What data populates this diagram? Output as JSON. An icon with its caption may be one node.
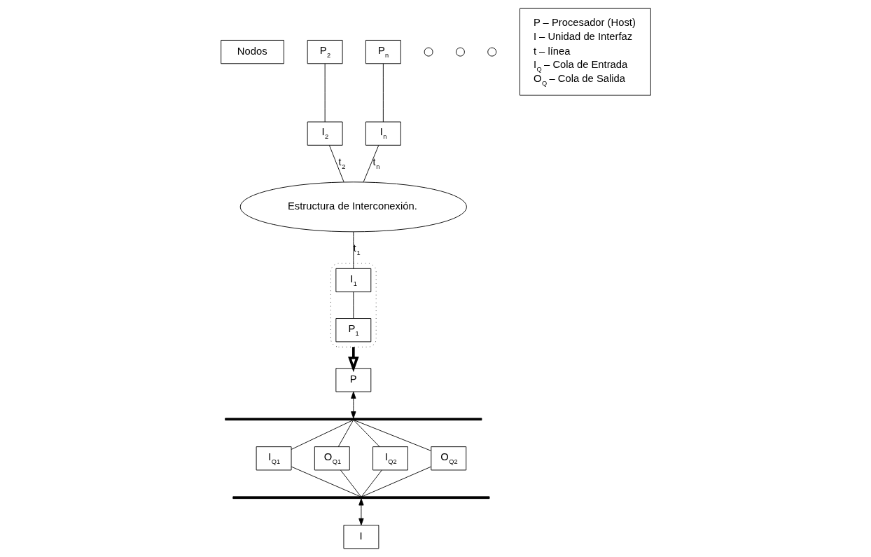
{
  "diagram": {
    "nodes": [
      {
        "text": [
          "Nodos"
        ]
      },
      {
        "text": [
          "P$_{2}$"
        ]
      },
      {
        "text": [],
        "shape": "circle"
      },
      {
        "text": [],
        "shape": "circle"
      },
      {
        "text": [],
        "shape": "circle"
      },
      {
        "text": [
          "I$_{2}$"
        ]
      },
      {
        "text": [],
        "shape": "ellipse"
      },
      {
        "text": [
          "P$_{1}$"
        ],
        "in": 6
      },
      {
        "text": [
          "I$_{1}$"
        ],
        "in": 6
      },
      {
        "text": [
          "P$_{n}$"
        ]
      },
      {
        "text": [
          "I$_{n}$"
        ]
      },
      {
        "text": [
          "Estructura de Interconexión."
        ]
      },
      {
        "text": [
          "P – Procesador (Host)",
          "I – Unidad de Interfaz",
          "t – línea",
          "I$_{Q}$ – Cola de Entrada",
          "O$_{Q}$ – Cola de Salida"
        ]
      },
      {
        "text": [
          "P"
        ]
      },
      {
        "text": [],
        "shape": "bar"
      },
      {
        "text": [
          "I$_{Q1}$"
        ]
      },
      {
        "text": [
          "O$_{Q1}$"
        ]
      },
      {
        "text": [
          "I$_{Q2}$"
        ]
      },
      {
        "text": [
          "O$_{Q2}$"
        ]
      },
      {
        "text": [],
        "shape": "bar"
      },
      {
        "text": [
          "I"
        ]
      }
    ],
    "edges": [
      {
        "from": 1,
        "to": 5,
        "arrow": "none"
      },
      {
        "from": 8,
        "to": 7,
        "arrow": "none"
      },
      {
        "from": 9,
        "to": 10,
        "arrow": "none"
      },
      {
        "from": 10,
        "to": 11,
        "arrow": "none",
        "label": "t$_{n}$"
      },
      {
        "from": 5,
        "to": 11,
        "arrow": "none",
        "label": "t$_{2}$"
      },
      {
        "from": 11,
        "to": 8,
        "arrow": "none",
        "label": "t$_{1}$"
      },
      {
        "from": 6,
        "to": 13,
        "arrow": "to",
        "style": "thick"
      },
      {
        "from": 13,
        "to": 14,
        "arrow": "both"
      },
      {
        "from": 14,
        "to": 15,
        "arrow": "none"
      },
      {
        "from": 14,
        "to": 16,
        "arrow": "none"
      },
      {
        "from": 14,
        "to": 17,
        "arrow": "none"
      },
      {
        "from": 14,
        "to": 18,
        "arrow": "none"
      },
      {
        "from": 15,
        "to": 19,
        "arrow": "none"
      },
      {
        "from": 16,
        "to": 19,
        "arrow": "none"
      },
      {
        "from": 17,
        "to": 19,
        "arrow": "none"
      },
      {
        "from": 18,
        "to": 19,
        "arrow": "none"
      },
      {
        "from": 19,
        "to": 20,
        "arrow": "both"
      }
    ]
  }
}
